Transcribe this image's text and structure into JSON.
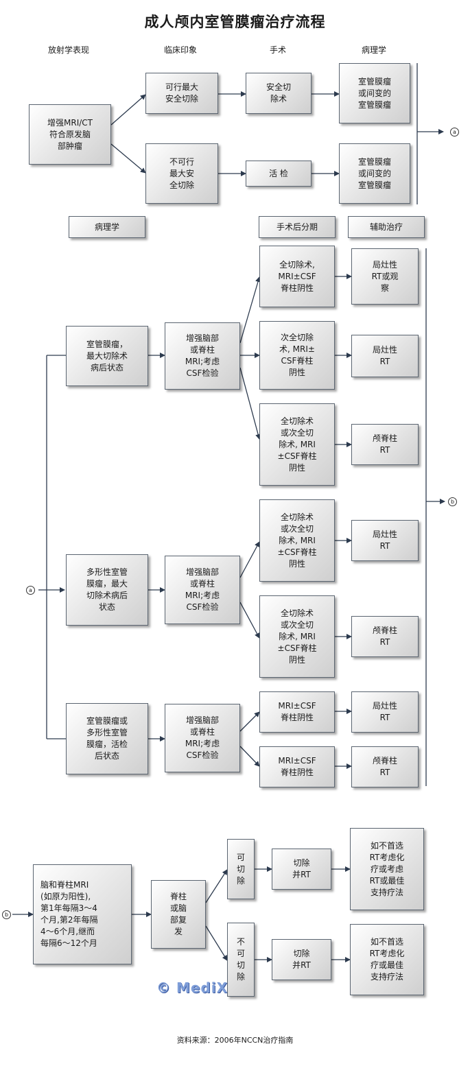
{
  "title": "成人颅内室管膜瘤治疗流程",
  "headers1": {
    "radiology": "放射学表现",
    "clinical": "临床印象",
    "surgery": "手术",
    "pathology": "病理学"
  },
  "headers2": {
    "pathology": "病理学",
    "post_staging": "手术后分期",
    "adjuvant": "辅助治疗"
  },
  "connectors": {
    "a": "a",
    "b": "b"
  },
  "sec1": {
    "mri": "增强MRI/CT\n符合原发脑\n部肿瘤",
    "resectable": "可行最大\n安全切除",
    "unresectable": "不可行\n最大安\n全切除",
    "safe_resection": "安全切\n除术",
    "biopsy": "活  检",
    "path1": "室管膜瘤\n或间变的\n室管膜瘤",
    "path2": "室管膜瘤\n或间变的\n室管膜瘤"
  },
  "sec2": {
    "g1": {
      "pathology": "室管膜瘤，\n最大切除术\n病后状态",
      "workup": "增强脑部\n或脊柱\nMRI;考虑\nCSF检验",
      "r1": "全切除术,\nMRI±CSF\n脊柱阴性",
      "r2": "次全切除\n术, MRI±\nCSF脊柱\n阴性",
      "r3": "全切除术\n或次全切\n除术, MRI\n±CSF脊柱\n阴性",
      "t1": "局灶性\nRT或观\n察",
      "t2": "局灶性\nRT",
      "t3": "颅脊柱\nRT"
    },
    "g2": {
      "pathology": "多形性室管\n膜瘤，最大\n切除术病后\n状态",
      "workup": "增强脑部\n或脊柱\nMRI;考虑\nCSF检验",
      "r1": "全切除术\n或次全切\n除术, MRI\n±CSF脊柱\n阴性",
      "r2": "全切除术\n或次全切\n除术, MRI\n±CSF脊柱\n阴性",
      "t1": "局灶性\nRT",
      "t2": "颅脊柱\nRT"
    },
    "g3": {
      "pathology": "室管膜瘤或\n多形性室管\n膜瘤，活检\n后状态",
      "workup": "增强脑部\n或脊柱\nMRI;考虑\nCSF检验",
      "r1": "MRI±CSF\n脊柱阴性",
      "r2": "MRI±CSF\n脊柱阴性",
      "t1": "局灶性\nRT",
      "t2": "颅脊柱\nRT"
    }
  },
  "sec3": {
    "followup": "脑和脊柱MRI\n(如原为阳性),\n第1年每隔3～4\n个月,第2年每隔\n4～6个月,继而\n每隔6～12个月",
    "recurrence": "脊柱\n或脑\n部复\n发",
    "resectable": "可\n切\n除",
    "unresectable": "不\n可\n切\n除",
    "resect_rt_1": "切除\n并RT",
    "resect_rt_2": "切除\n并RT",
    "option1": "如不首选\nRT考虑化\n疗或考虑\nRT或最佳\n支持疗法",
    "option2": "如不首选\nRT考虑化\n疗或最佳\n支持疗法"
  },
  "watermark": "© MediX",
  "source": "资料来源：2006年NCCN治疗指南"
}
